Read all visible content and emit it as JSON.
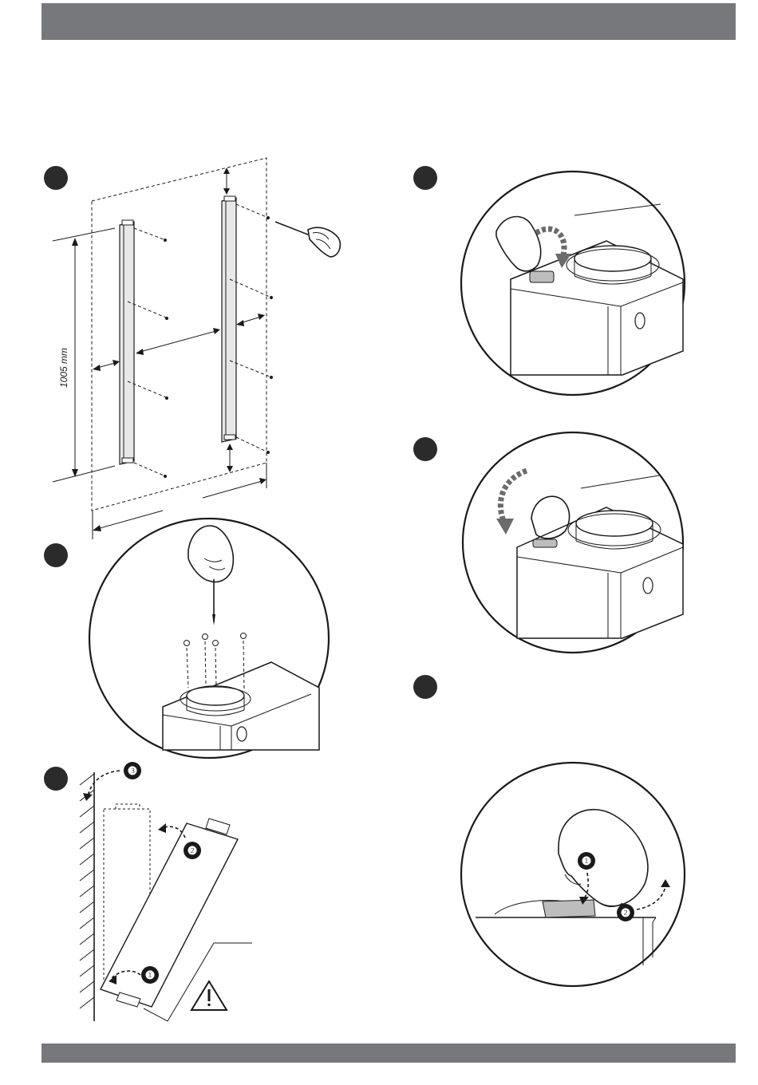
{
  "page": {
    "header_bar_color": "#77787b",
    "footer_bar_color": "#77787b"
  },
  "steps": [
    {
      "id": 1,
      "marker": "filled-dot"
    },
    {
      "id": 2,
      "marker": "filled-dot"
    },
    {
      "id": 3,
      "marker": "filled-dot"
    },
    {
      "id": 4,
      "marker": "filled-dot"
    },
    {
      "id": 5,
      "marker": "filled-dot"
    },
    {
      "id": 6,
      "marker": "filled-dot"
    }
  ],
  "dimensions": {
    "rail_height_label": "1005 mm"
  },
  "callouts": {
    "hang_sequence": [
      "❶",
      "❷",
      "❸"
    ],
    "tape_sequence": [
      "❶",
      "❷"
    ]
  },
  "icons": [
    "warning-triangle-icon",
    "screwdriver-icon",
    "hand-icon",
    "screw-icon",
    "curved-arrow-icon"
  ]
}
